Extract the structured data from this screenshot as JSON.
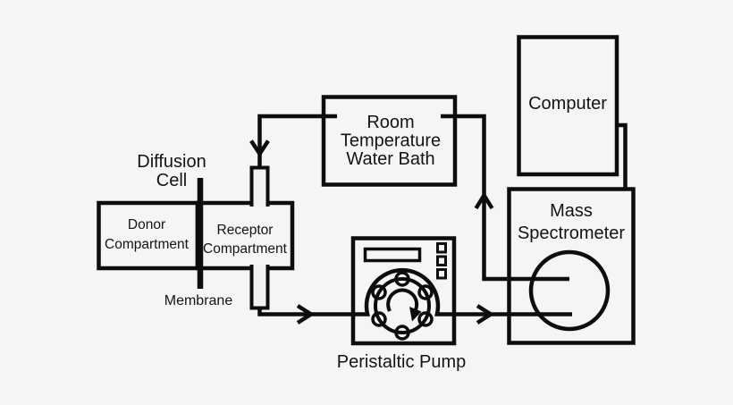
{
  "diagram_labels": {
    "diffusion_cell": [
      "Diffusion",
      "Cell"
    ],
    "donor_compartment": [
      "Donor",
      "Compartment"
    ],
    "receptor_compartment": [
      "Receptor",
      "Compartment"
    ],
    "membrane": "Membrane",
    "water_bath": [
      "Room",
      "Temperature",
      "Water Bath"
    ],
    "computer": "Computer",
    "mass_spectrometer": [
      "Mass",
      "Spectrometer"
    ],
    "peristaltic_pump": "Peristaltic Pump"
  },
  "colors": {
    "line": "#0d0d0d",
    "background": "#f5f5f5",
    "box_fill": "#fcfcfc",
    "receptor_fill": "#f1f1f1"
  }
}
